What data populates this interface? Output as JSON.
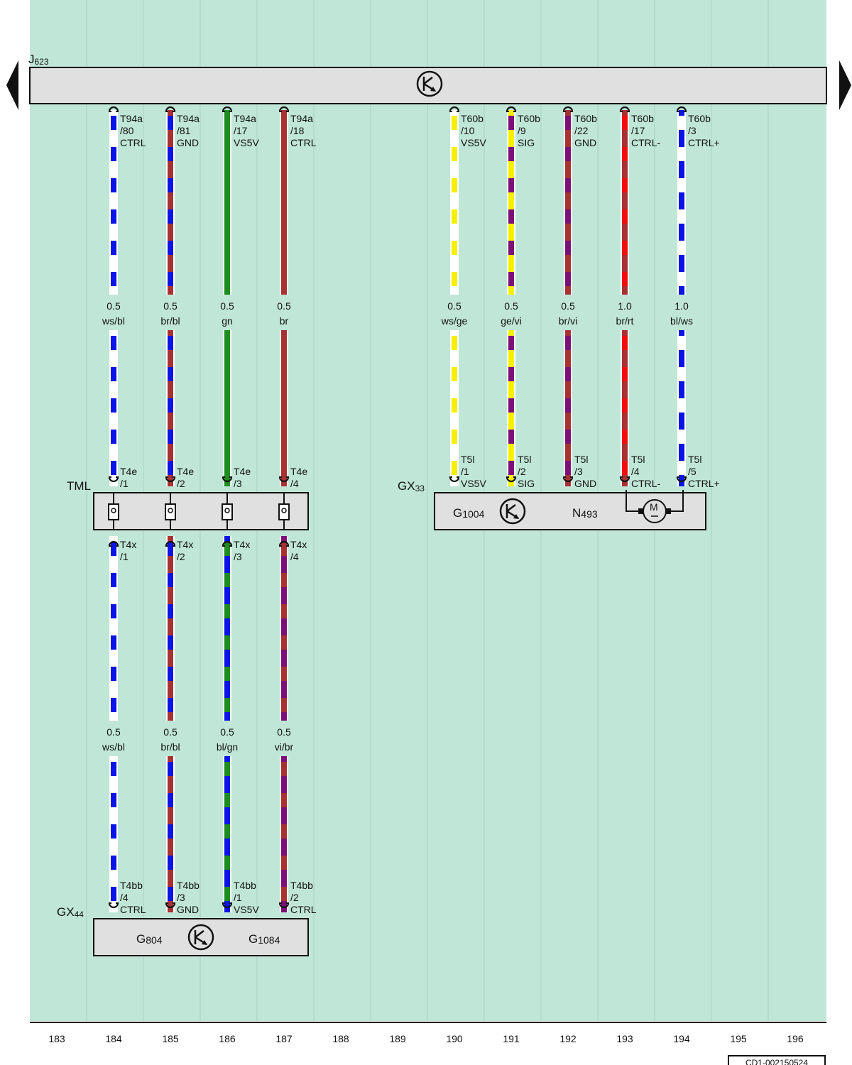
{
  "colors": {
    "background": "#c0e6d8",
    "module_fill": "#e0e0e0",
    "ws": "#ffffff",
    "bl": "#0a14e6",
    "br": "#a83232",
    "gn": "#1e8c1e",
    "ge": "#f4f000",
    "vi": "#7a1078",
    "rt": "#f00f0f"
  },
  "bus": {
    "name": "J623",
    "name_main": "J",
    "name_sub": "623"
  },
  "navigation": {
    "prev_icon": "arrow-left-icon",
    "next_icon": "arrow-right-icon"
  },
  "components": {
    "tml": {
      "label": "TML"
    },
    "gx33": {
      "label": "GX33",
      "label_main": "GX",
      "label_sub": "33",
      "parts": [
        {
          "main": "G",
          "sub": "1004"
        },
        {
          "main": "N",
          "sub": "493"
        }
      ],
      "motor_label": "M"
    },
    "gx44": {
      "label": "GX44",
      "label_main": "GX",
      "label_sub": "44",
      "parts": [
        {
          "main": "G",
          "sub": "804"
        },
        {
          "main": "G",
          "sub": "1084"
        }
      ]
    }
  },
  "left_wires": [
    {
      "col": 184,
      "top": [
        "T94a",
        "/80",
        "CTRL"
      ],
      "seg1": {
        "size": "0.5",
        "color": "ws/bl"
      },
      "tml_in": [
        "T4e",
        "/1"
      ],
      "tml_out": [
        "T4x",
        "/1"
      ],
      "seg2": {
        "size": "0.5",
        "color": "ws/bl"
      },
      "bottom": [
        "T4bb",
        "/4",
        "CTRL"
      ]
    },
    {
      "col": 185,
      "top": [
        "T94a",
        "/81",
        "GND"
      ],
      "seg1": {
        "size": "0.5",
        "color": "br/bl"
      },
      "tml_in": [
        "T4e",
        "/2"
      ],
      "tml_out": [
        "T4x",
        "/2"
      ],
      "seg2": {
        "size": "0.5",
        "color": "br/bl"
      },
      "bottom": [
        "T4bb",
        "/3",
        "GND"
      ]
    },
    {
      "col": 186,
      "top": [
        "T94a",
        "/17",
        "VS5V"
      ],
      "seg1": {
        "size": "0.5",
        "color": "gn"
      },
      "tml_in": [
        "T4e",
        "/3"
      ],
      "tml_out": [
        "T4x",
        "/3"
      ],
      "seg2": {
        "size": "0.5",
        "color": "bl/gn"
      },
      "bottom": [
        "T4bb",
        "/1",
        "VS5V"
      ]
    },
    {
      "col": 187,
      "top": [
        "T94a",
        "/18",
        "CTRL"
      ],
      "seg1": {
        "size": "0.5",
        "color": "br"
      },
      "tml_in": [
        "T4e",
        "/4"
      ],
      "tml_out": [
        "T4x",
        "/4"
      ],
      "seg2": {
        "size": "0.5",
        "color": "vi/br"
      },
      "bottom": [
        "T4bb",
        "/2",
        "CTRL"
      ]
    }
  ],
  "right_wires": [
    {
      "col": 190,
      "top": [
        "T60b",
        "/10",
        "VS5V"
      ],
      "size": "0.5",
      "color": "ws/ge",
      "bottom": [
        "T5l",
        "/1",
        "VS5V"
      ]
    },
    {
      "col": 191,
      "top": [
        "T60b",
        "/9",
        "SIG"
      ],
      "size": "0.5",
      "color": "ge/vi",
      "bottom": [
        "T5l",
        "/2",
        "SIG"
      ]
    },
    {
      "col": 192,
      "top": [
        "T60b",
        "/22",
        "GND"
      ],
      "size": "0.5",
      "color": "br/vi",
      "bottom": [
        "T5l",
        "/3",
        "GND"
      ]
    },
    {
      "col": 193,
      "top": [
        "T60b",
        "/17",
        "CTRL-"
      ],
      "size": "1.0",
      "color": "br/rt",
      "bottom": [
        "T5l",
        "/4",
        "CTRL-"
      ]
    },
    {
      "col": 194,
      "top": [
        "T60b",
        "/3",
        "CTRL+"
      ],
      "size": "1.0",
      "color": "bl/ws",
      "bottom": [
        "T5l",
        "/5",
        "CTRL+"
      ]
    }
  ],
  "columns": [
    "183",
    "184",
    "185",
    "186",
    "187",
    "188",
    "189",
    "190",
    "191",
    "192",
    "193",
    "194",
    "195",
    "196"
  ],
  "footer": {
    "code": "CD1-002150524"
  }
}
